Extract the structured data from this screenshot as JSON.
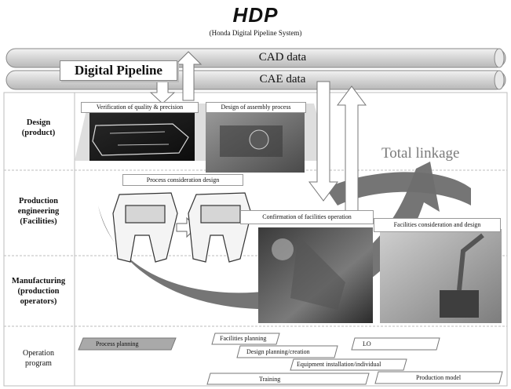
{
  "header": {
    "title": "HDP",
    "subtitle": "(Honda Digital Pipeline System)"
  },
  "pipeline": {
    "label": "Digital Pipeline",
    "pipes": [
      "CAD data",
      "CAE data"
    ]
  },
  "rows": [
    {
      "label": "Design\n(product)"
    },
    {
      "label": "Production\nengineering\n(Facilities)"
    },
    {
      "label": "Manufacturing\n(production\noperators)"
    },
    {
      "label": "Operation\nprogram"
    }
  ],
  "callouts": {
    "verification": "Verification of quality & precision",
    "assembly_design": "Design of assembly process",
    "process_design": "Process consideration design",
    "confirmation": "Confirmation of facilities operation",
    "facilities_design": "Facilities consideration and design"
  },
  "total_linkage": "Total linkage",
  "schedule": [
    {
      "label": "Process planning",
      "shaded": true
    },
    {
      "label": "Facilities planning",
      "shaded": false
    },
    {
      "label": "Design planning/creation",
      "shaded": false
    },
    {
      "label": "LO",
      "shaded": false
    },
    {
      "label": "Equipment installation/individual",
      "shaded": false
    },
    {
      "label": "Training",
      "shaded": false
    },
    {
      "label": "Production model",
      "shaded": false
    }
  ],
  "colors": {
    "pipe": "#dcdcdc",
    "band": "#d8d8d8",
    "arrow": "#6e6e6e",
    "shaded_bar": "#a9a9a9"
  }
}
